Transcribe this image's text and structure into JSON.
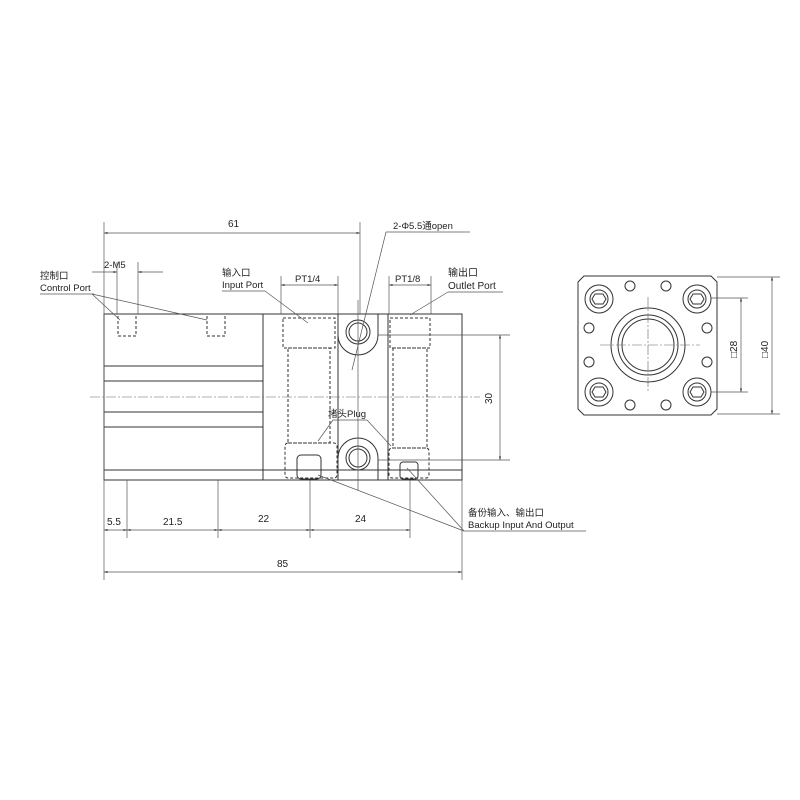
{
  "dimensions": {
    "overall_length": "85",
    "length_to_hole": "61",
    "height_between_holes": "30",
    "seg_5_5": "5.5",
    "seg_21_5": "21.5",
    "seg_22": "22",
    "seg_24": "24",
    "square_inner": "□28",
    "square_outer": "□40"
  },
  "labels": {
    "control_port_cn": "控制口",
    "control_port_en": "Control Port",
    "control_thread": "2-M5",
    "input_port_cn": "输入口",
    "input_port_en": "Input Port",
    "input_thread": "PT1/4",
    "outlet_port_cn": "输出口",
    "outlet_port_en": "Outlet Port",
    "outlet_thread": "PT1/8",
    "mount_hole": "2-Φ5.5通open",
    "plug": "堵头Plug",
    "backup_cn": "备份输入、输出口",
    "backup_en": "Backup Input And Output"
  }
}
